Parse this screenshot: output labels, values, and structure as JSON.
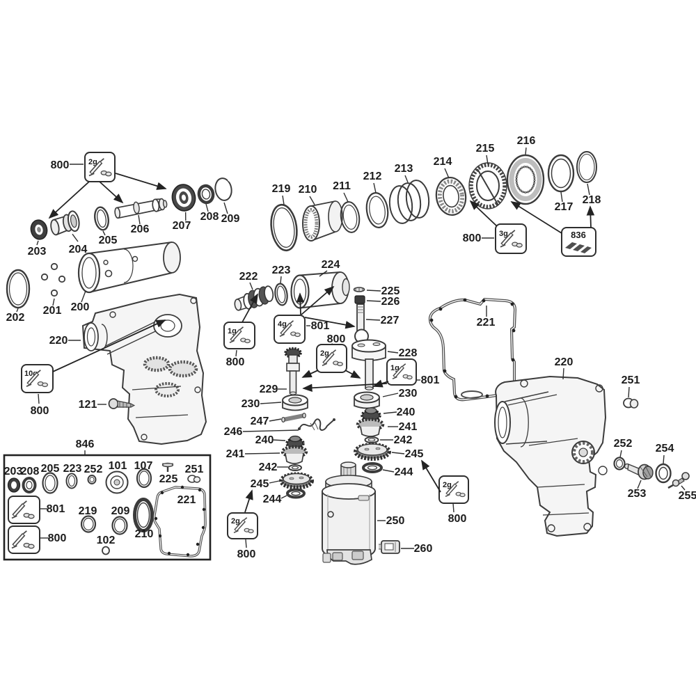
{
  "doc": {
    "background": "#ffffff",
    "ink": "#2e2e2e",
    "type": "exploded-parts-diagram"
  },
  "tl": {
    "kit800": "800",
    "g2": "2g",
    "p203": "203",
    "p204": "204",
    "p205": "205",
    "p206": "206",
    "p207": "207",
    "p208": "208",
    "p209": "209",
    "p202": "202",
    "p201": "201",
    "p200": "200"
  },
  "tc": {
    "p219": "219",
    "p210": "210",
    "p211": "211",
    "p212": "212",
    "p213": "213",
    "p214": "214",
    "p215": "215",
    "p216": "216",
    "p217": "217",
    "p218": "218",
    "kit800": "800",
    "g3": "3g",
    "p836": "836"
  },
  "lh": {
    "p220": "220",
    "g10": "10g",
    "kit800": "800",
    "p121": "121",
    "p846": "846"
  },
  "mid": {
    "p222": "222",
    "p223": "223",
    "p224": "224",
    "p225": "225",
    "p226": "226",
    "p227": "227",
    "g1a": "1g",
    "kit800a": "800",
    "g4": "4g",
    "kit801a": "801",
    "kit800b": "800",
    "g2b": "2g",
    "p228": "228",
    "g1b": "1g",
    "kit801b": "801",
    "p229": "229",
    "p230a": "230",
    "p230b": "230",
    "p221": "221"
  },
  "col": {
    "p247": "247",
    "p246": "246",
    "p240a": "240",
    "p241a": "241",
    "p242a": "242",
    "p245a": "245",
    "p244a": "244",
    "g2c": "2g",
    "kit800c": "800",
    "p240b": "240",
    "p241b": "241",
    "p242b": "242",
    "p245b": "245",
    "p244b": "244",
    "g2d": "2g",
    "kit800d": "800",
    "p250": "250",
    "p260": "260"
  },
  "rt": {
    "p220": "220",
    "p251": "251",
    "p252": "252",
    "p253": "253",
    "p254": "254",
    "p255": "255"
  },
  "box846": {
    "title": "846",
    "p203": "203",
    "p208": "208",
    "p205": "205",
    "p223": "223",
    "p252": "252",
    "p101": "101",
    "p107": "107",
    "p225": "225",
    "p251": "251",
    "kit801": "801",
    "kit800": "800",
    "p219": "219",
    "p209": "209",
    "p210": "210",
    "p221": "221",
    "p102": "102"
  }
}
